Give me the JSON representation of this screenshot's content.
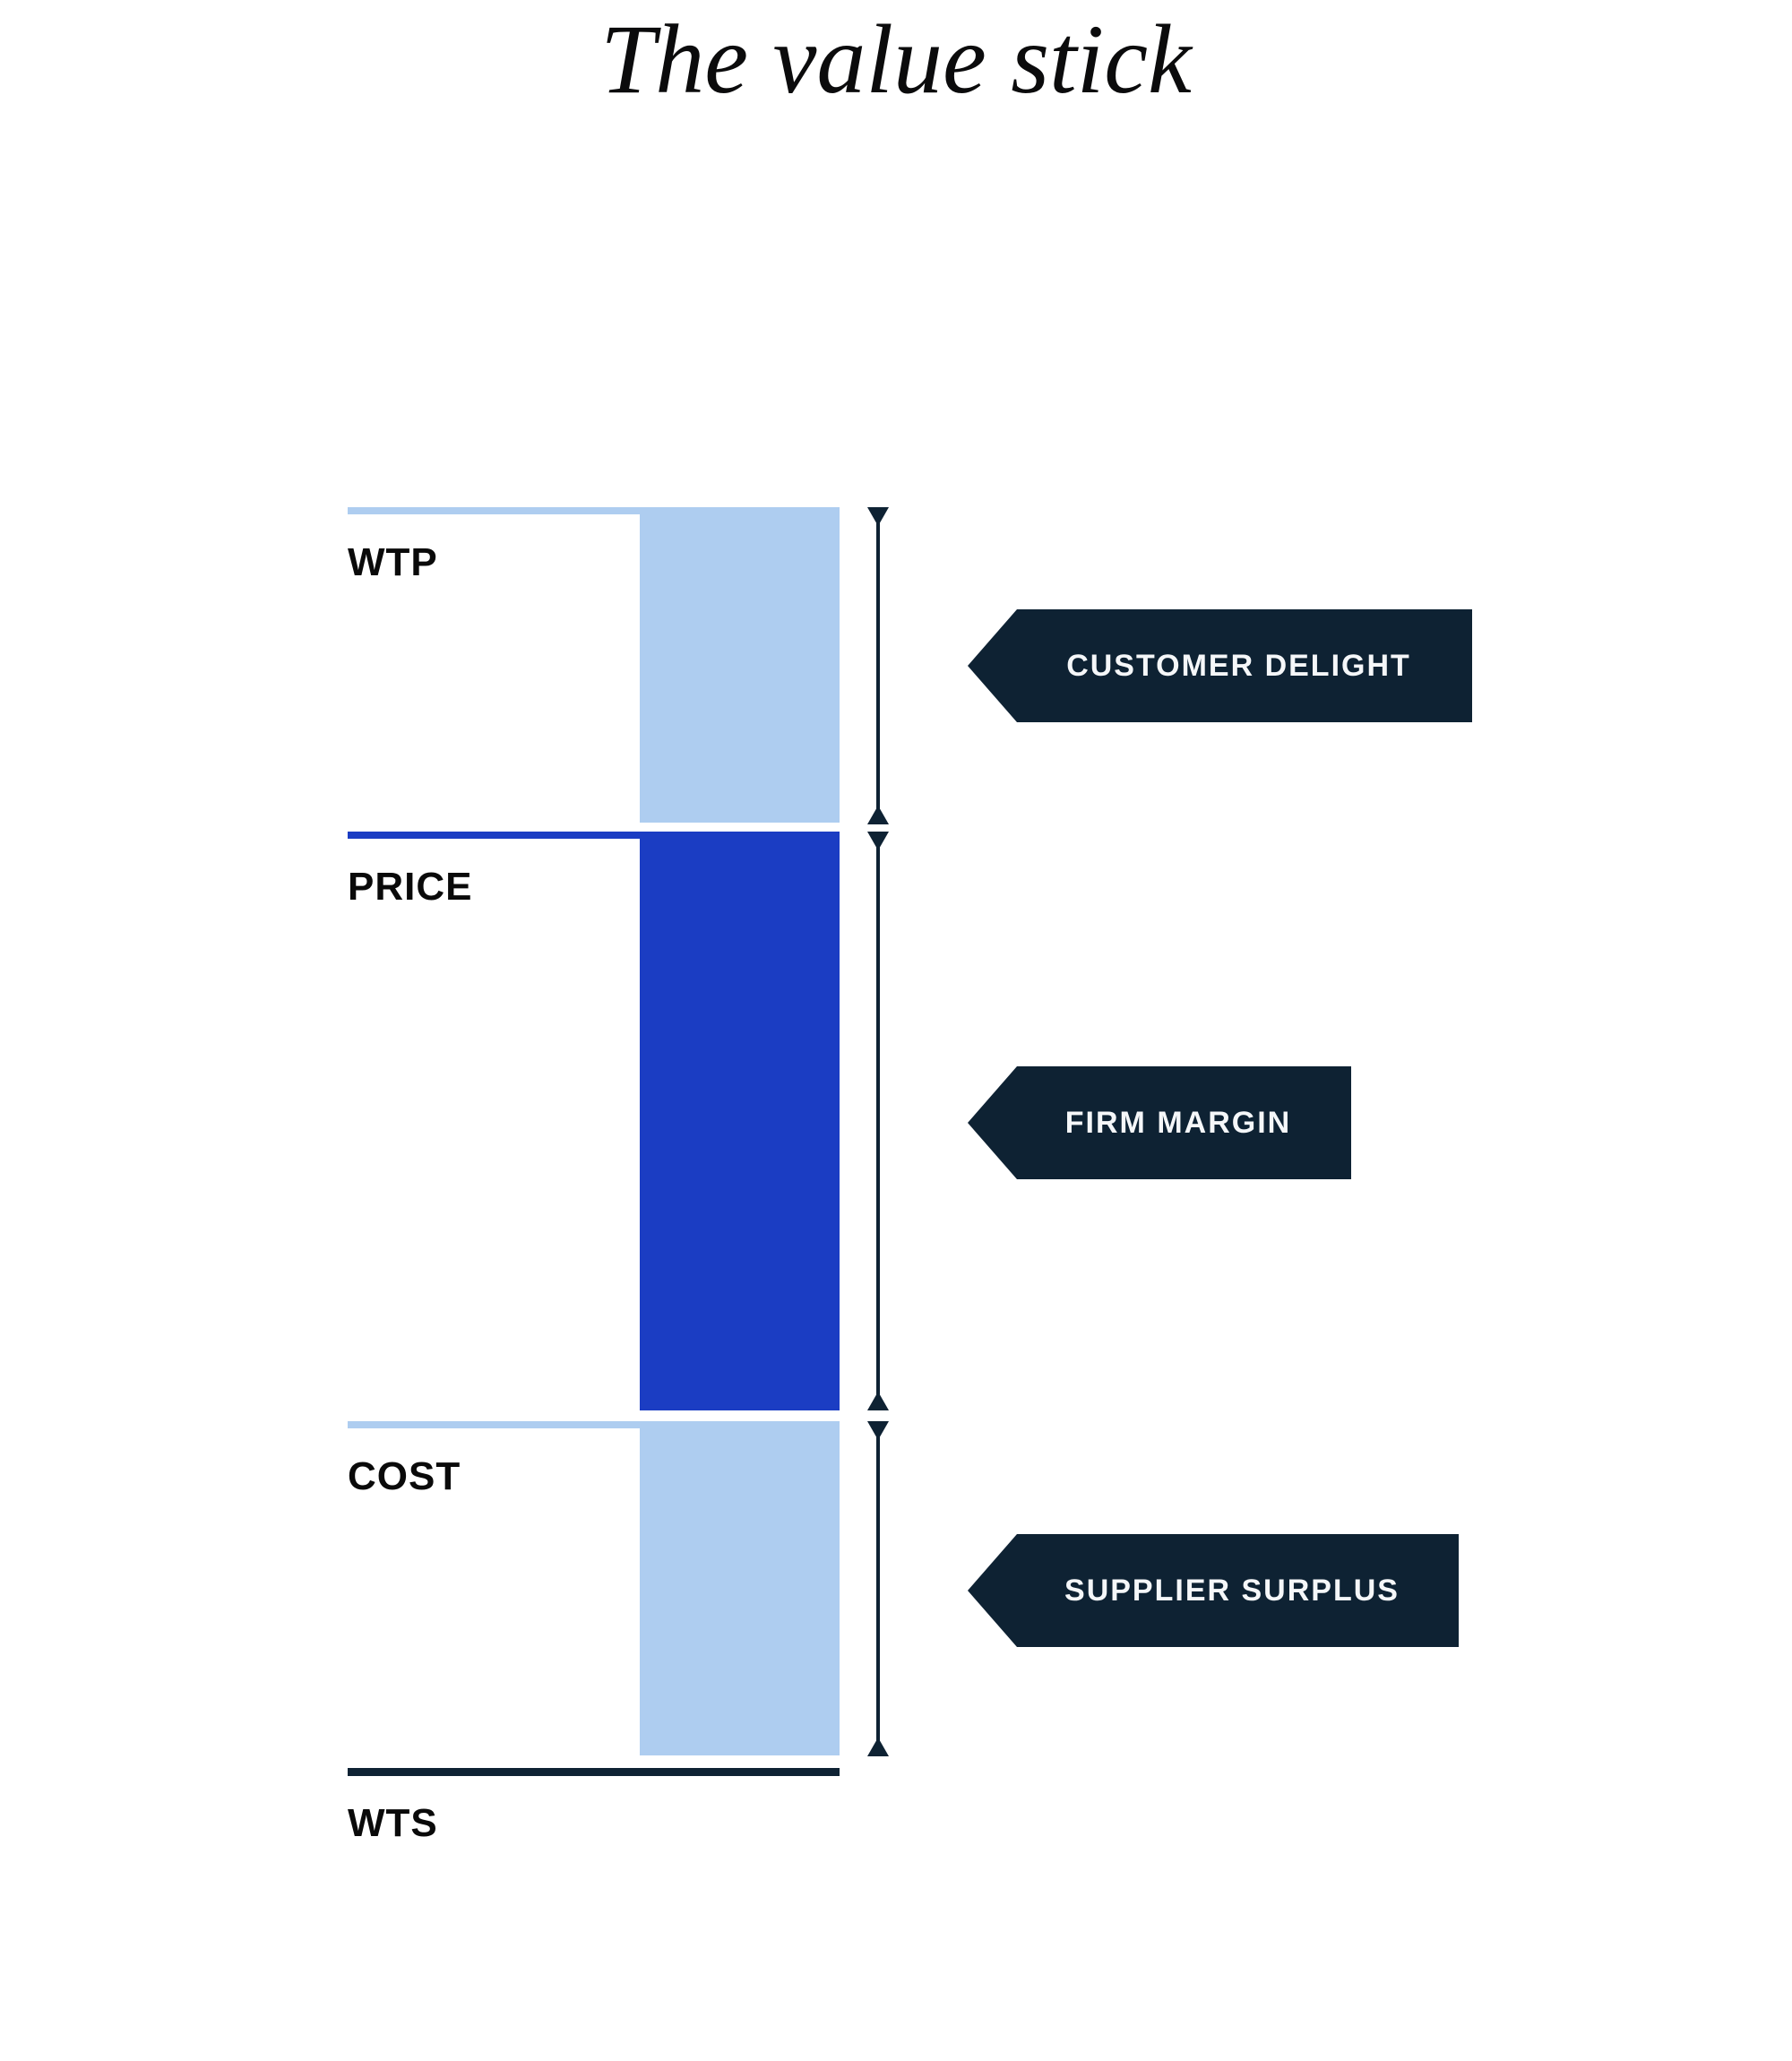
{
  "title": "The value stick",
  "colors": {
    "light_blue": "#aecdf0",
    "royal_blue": "#1b3dc3",
    "navy": "#0e2233",
    "ink": "#0b0b0c"
  },
  "levels": [
    {
      "label": "WTP"
    },
    {
      "label": "PRICE"
    },
    {
      "label": "COST"
    },
    {
      "label": "WTS"
    }
  ],
  "segments": [
    {
      "label": "CUSTOMER DELIGHT",
      "from": "WTP",
      "to": "PRICE",
      "tone": "light_blue"
    },
    {
      "label": "FIRM MARGIN",
      "from": "PRICE",
      "to": "COST",
      "tone": "royal_blue"
    },
    {
      "label": "SUPPLIER SURPLUS",
      "from": "COST",
      "to": "WTS",
      "tone": "light_blue"
    }
  ]
}
